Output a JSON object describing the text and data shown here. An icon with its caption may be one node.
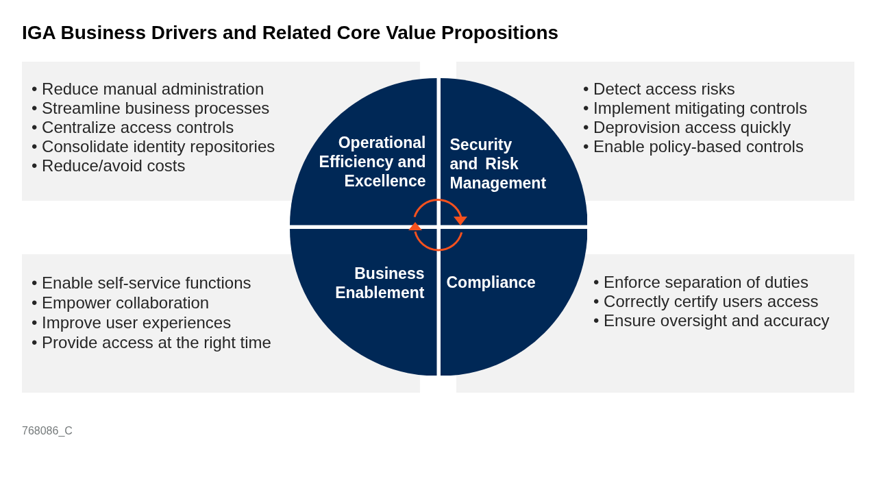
{
  "diagram": {
    "title": "IGA Business Drivers and Related Core Value Propositions",
    "nodes": [
      {
        "text": [
          "• Reduce manual administration",
          "• Streamline business processes",
          "• Centralize access controls",
          "• Consolidate identity repositories",
          "• Reduce/avoid costs"
        ]
      },
      {
        "text": [
          "• Detect access risks",
          "• Implement mitigating controls",
          "• Deprovision access quickly",
          "• Enable policy-based controls"
        ]
      },
      {
        "text": [
          "• Enable self-service functions",
          "• Empower collaboration",
          "• Improve user experiences",
          "• Provide access at the right time"
        ]
      },
      {
        "text": [
          "• Enforce separation of duties",
          "• Correctly certify users access",
          "• Ensure oversight and accuracy"
        ]
      },
      {
        "text": [
          "Operational Efficiency and Excellence"
        ]
      },
      {
        "text": [
          "Security and Risk Management"
        ]
      },
      {
        "text": [
          "Business Enablement"
        ]
      },
      {
        "text": [
          "Compliance"
        ]
      }
    ],
    "labels": [
      "768086_C"
    ]
  }
}
